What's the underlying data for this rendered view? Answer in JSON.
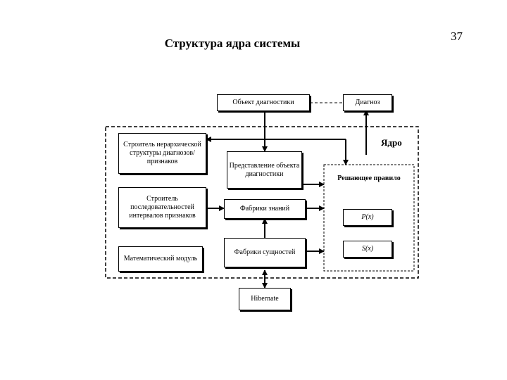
{
  "slide": {
    "title": "Структура ядра системы",
    "page_number": "37"
  },
  "diagram": {
    "kernel_label": "Ядро",
    "boxes": {
      "diagnostic_object": "Объект диагностики",
      "diagnosis": "Диагноз",
      "hierarchy_builder": "Строитель иерархической структуры диагнозов/признаков",
      "interval_builder": "Строитель последовательностей интервалов признаков",
      "math_module": "Математический модуль",
      "object_representation": "Представление объекта диагностики",
      "knowledge_factories": "Фабрики знаний",
      "entity_factories": "Фабрики сущностей",
      "hibernate": "Hibernate",
      "p_x": "P(x)",
      "s_x": "S(x)"
    },
    "decision_rule_label": "Решающее правило"
  }
}
